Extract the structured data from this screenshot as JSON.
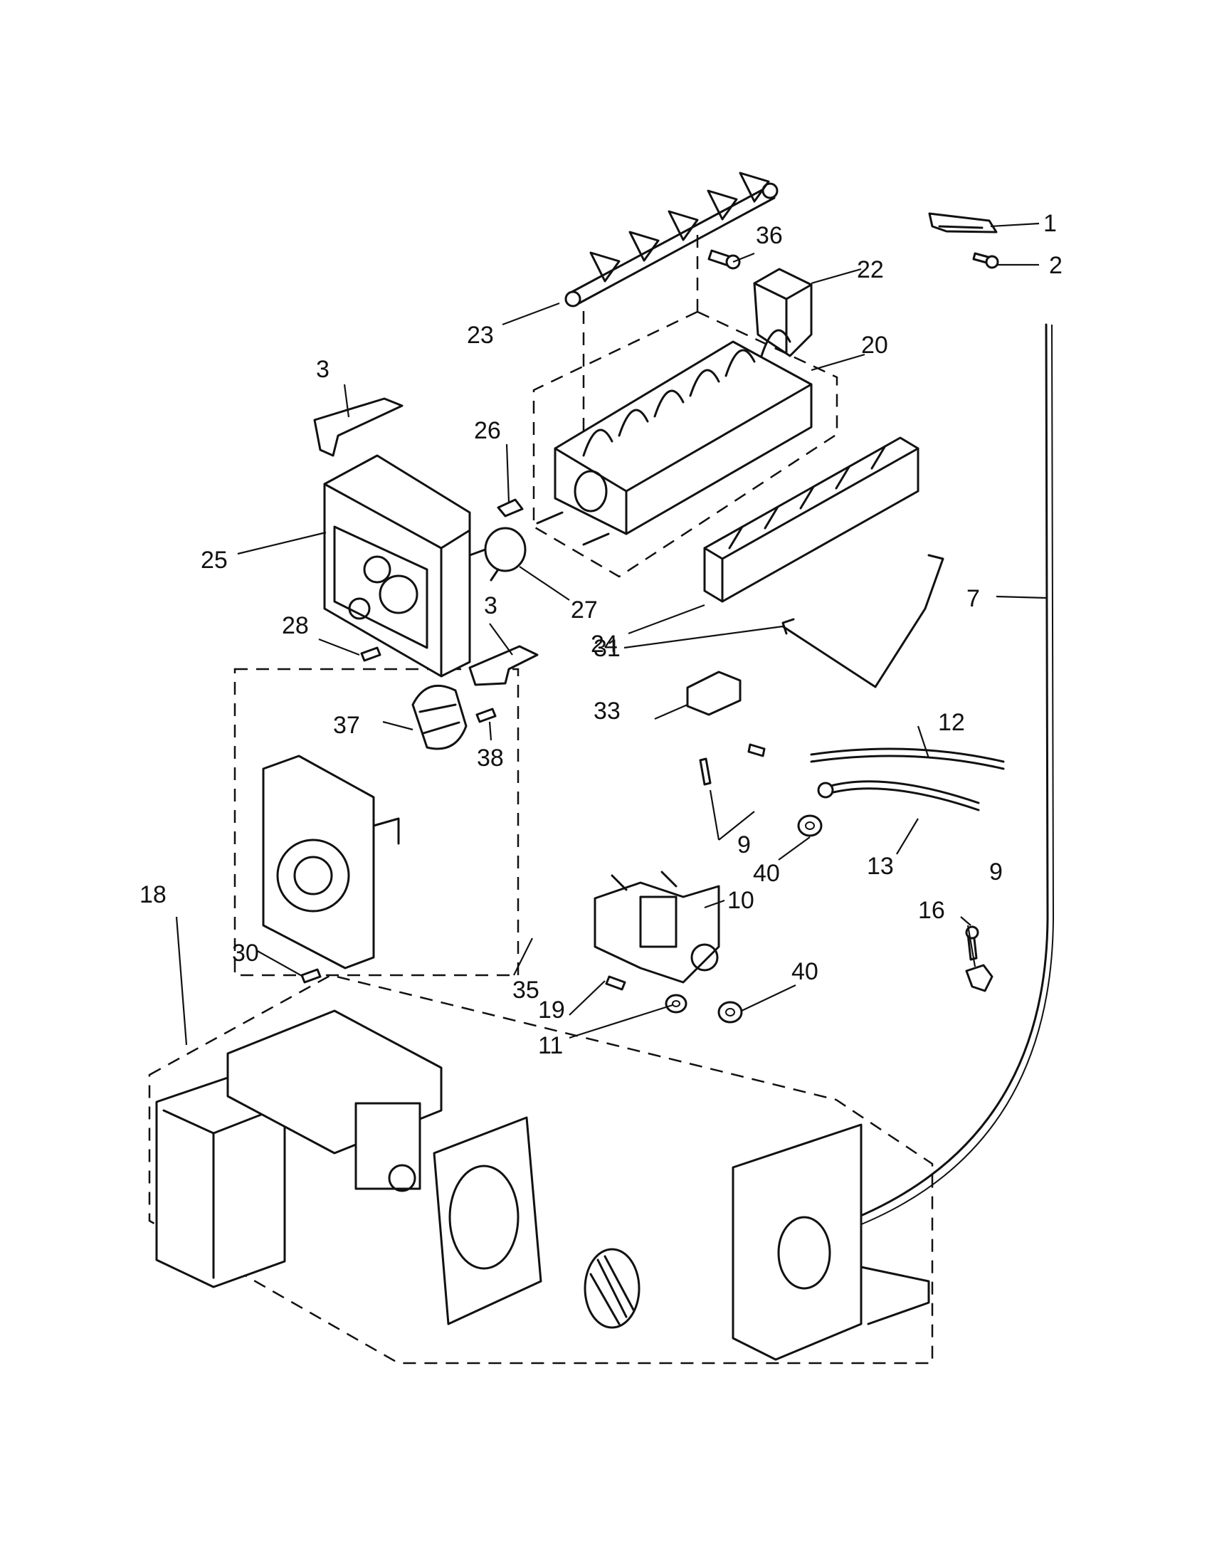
{
  "diagram": {
    "callouts": [
      {
        "id": "p1",
        "label": "1"
      },
      {
        "id": "p2",
        "label": "2"
      },
      {
        "id": "p3a",
        "label": "3"
      },
      {
        "id": "p3b",
        "label": "3"
      },
      {
        "id": "p7",
        "label": "7"
      },
      {
        "id": "p9a",
        "label": "9"
      },
      {
        "id": "p9b",
        "label": "9"
      },
      {
        "id": "p10",
        "label": "10"
      },
      {
        "id": "p11",
        "label": "11"
      },
      {
        "id": "p12",
        "label": "12"
      },
      {
        "id": "p13",
        "label": "13"
      },
      {
        "id": "p16",
        "label": "16"
      },
      {
        "id": "p18",
        "label": "18"
      },
      {
        "id": "p19",
        "label": "19"
      },
      {
        "id": "p20",
        "label": "20"
      },
      {
        "id": "p22",
        "label": "22"
      },
      {
        "id": "p23",
        "label": "23"
      },
      {
        "id": "p24",
        "label": "24"
      },
      {
        "id": "p25",
        "label": "25"
      },
      {
        "id": "p26",
        "label": "26"
      },
      {
        "id": "p27",
        "label": "27"
      },
      {
        "id": "p28",
        "label": "28"
      },
      {
        "id": "p30",
        "label": "30"
      },
      {
        "id": "p31",
        "label": "31"
      },
      {
        "id": "p33",
        "label": "33"
      },
      {
        "id": "p35",
        "label": "35"
      },
      {
        "id": "p36",
        "label": "36"
      },
      {
        "id": "p37",
        "label": "37"
      },
      {
        "id": "p38",
        "label": "38"
      },
      {
        "id": "p40a",
        "label": "40"
      },
      {
        "id": "p40b",
        "label": "40"
      }
    ]
  }
}
